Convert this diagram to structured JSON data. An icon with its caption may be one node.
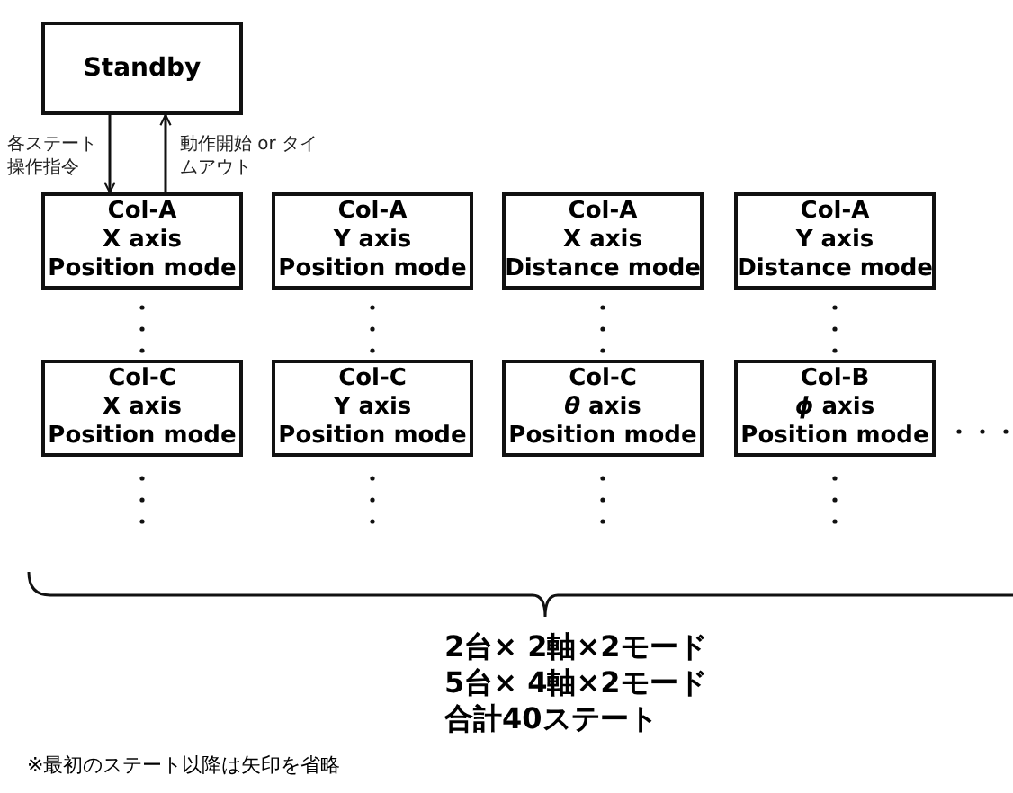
{
  "diagram": {
    "nodes": [
      {
        "text": [
          "Standby"
        ]
      },
      {
        "text": [
          "Col-A",
          "X axis",
          "Position mode"
        ]
      },
      {
        "text": [
          "Col-A",
          "Y axis",
          "Position mode"
        ]
      },
      {
        "text": [
          "Col-A",
          "X axis",
          "Distance mode"
        ]
      },
      {
        "text": [
          "Col-A",
          "Y axis",
          "Distance mode"
        ]
      },
      {
        "text": [
          "Col-C",
          "X axis",
          "Position mode"
        ]
      },
      {
        "text": [
          "Col-C",
          "Y axis",
          "Position mode"
        ]
      },
      {
        "text": [
          "Col-C",
          "*θ* axis",
          "Position mode"
        ]
      },
      {
        "text": [
          "Col-B",
          "*ϕ* axis",
          "Position mode"
        ]
      }
    ],
    "edges": [
      {
        "from": 0,
        "to": 1,
        "arrow": "to",
        "label": "各ステート操作指令"
      },
      {
        "from": 1,
        "to": 0,
        "arrow": "to",
        "label": "動作開始 or タイムアウト"
      }
    ],
    "labels": [
      "2台× 2軸×2モード",
      "5台× 4軸×2モード",
      "合計40ステート",
      "※最初のステート以降は矢印を省略"
    ]
  }
}
